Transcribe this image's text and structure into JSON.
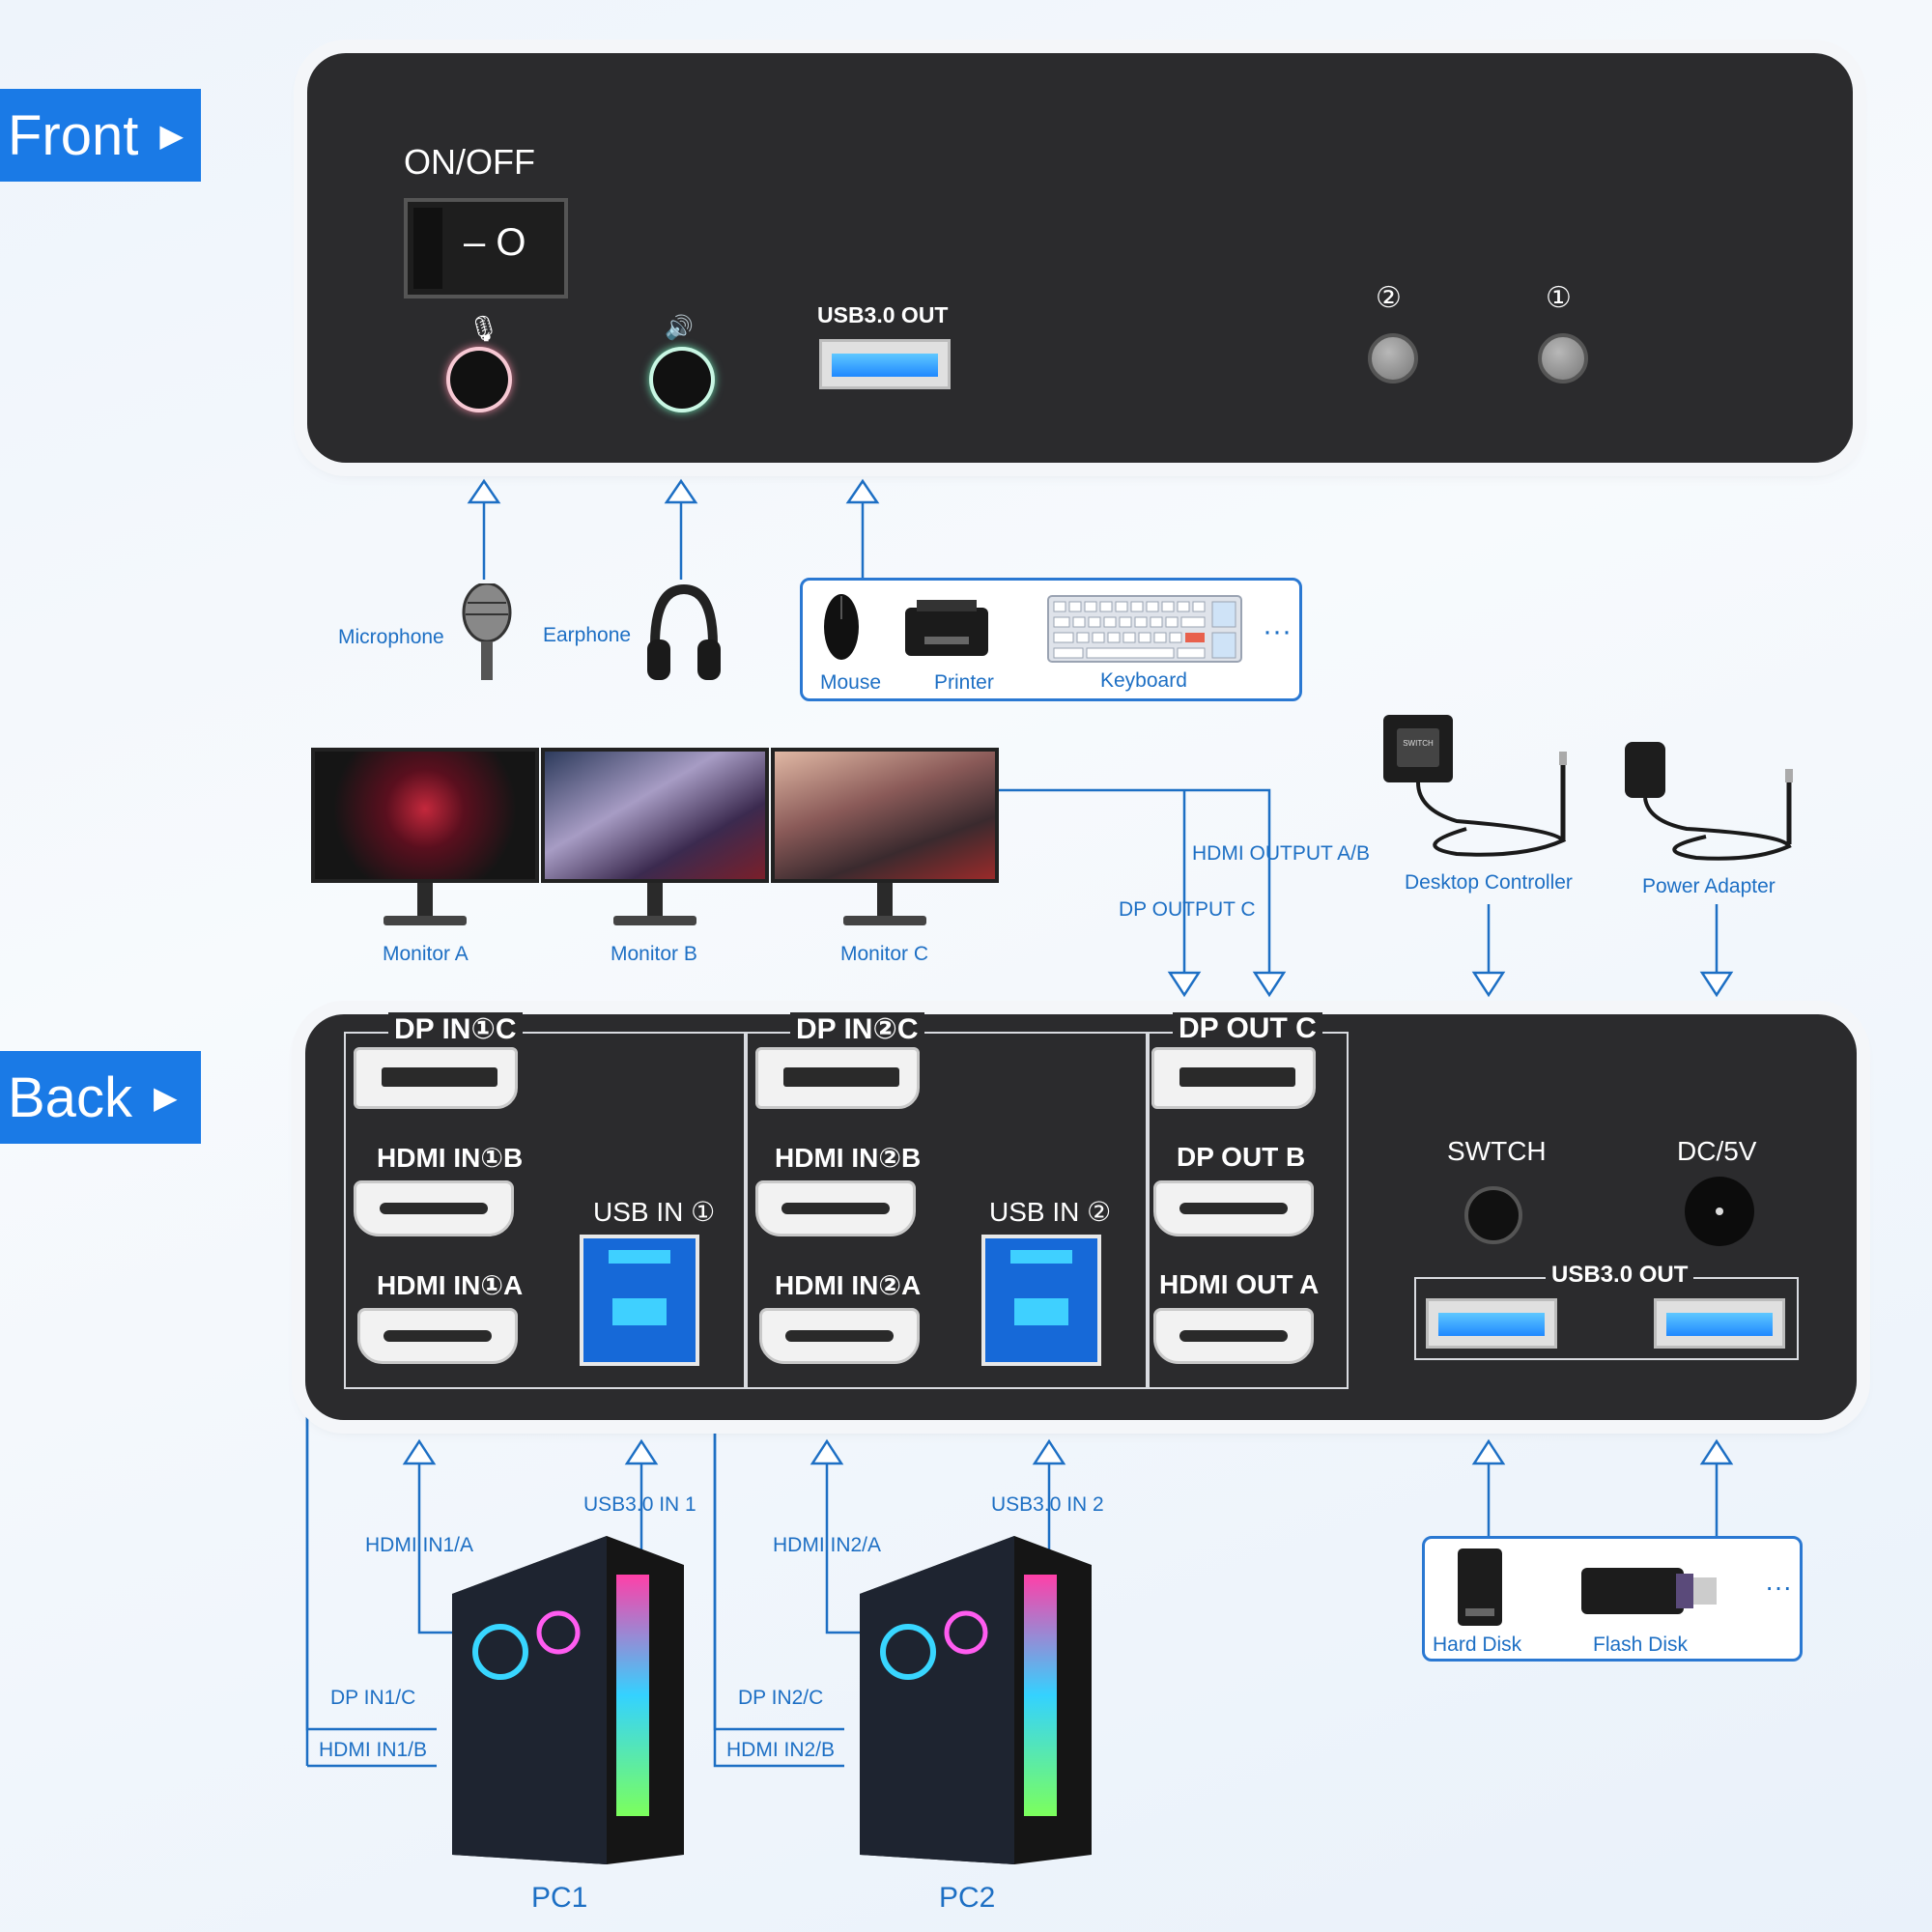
{
  "tags": {
    "front": "Front",
    "back": "Back",
    "arrow": "▶"
  },
  "front": {
    "onoff": "ON/OFF",
    "switch_glyph": "– O",
    "mic_icon": "microphone-icon",
    "speaker_icon": "speaker-icon",
    "usb_out": "USB3.0 OUT",
    "btn2": "②",
    "btn1": "①"
  },
  "peripherals": {
    "microphone": "Microphone",
    "earphone": "Earphone",
    "mouse": "Mouse",
    "printer": "Printer",
    "keyboard": "Keyboard",
    "more": "···"
  },
  "monitors": {
    "a": "Monitor A",
    "b": "Monitor B",
    "c": "Monitor C"
  },
  "connections": {
    "hdmi_output_ab": "HDMI OUTPUT A/B",
    "dp_output_c": "DP OUTPUT C",
    "desktop_controller": "Desktop Controller",
    "power_adapter": "Power Adapter",
    "hdmi_in1a": "HDMI IN1/A",
    "usb_in1": "USB3.0 IN 1",
    "dp_in1c": "DP IN1/C",
    "hdmi_in1b": "HDMI IN1/B",
    "hdmi_in2a": "HDMI IN2/A",
    "usb_in2": "USB3.0 IN 2",
    "dp_in2c": "DP IN2/C",
    "hdmi_in2b": "HDMI IN2/B"
  },
  "back": {
    "g1_title": "DP IN①C",
    "g1_hdmib": "HDMI IN①B",
    "g1_hdmia": "HDMI IN①A",
    "g1_usb": "USB IN ①",
    "g2_title": "DP IN②C",
    "g2_hdmib": "HDMI IN②B",
    "g2_hdmia": "HDMI IN②A",
    "g2_usb": "USB IN ②",
    "g3_title": "DP OUT C",
    "g3_dpb": "DP OUT B",
    "g3_hdmia": "HDMI OUT A",
    "switch": "SWTCH",
    "dc": "DC/5V",
    "usb_out": "USB3.0 OUT",
    "controller_label": "SWITCH"
  },
  "storage": {
    "hard_disk": "Hard Disk",
    "flash_disk": "Flash Disk",
    "more": "···"
  },
  "pcs": {
    "pc1": "PC1",
    "pc2": "PC2"
  },
  "colors": {
    "accent": "#1a7ae6",
    "line": "#1d6fc4",
    "panel": "#2b2b2d"
  }
}
